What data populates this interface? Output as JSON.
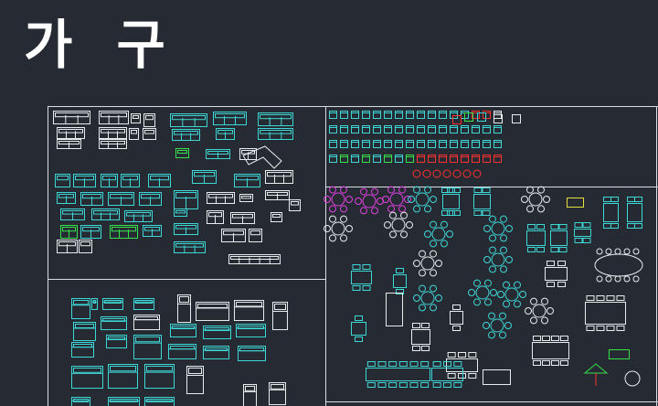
{
  "drawing": {
    "title": "가 구"
  },
  "sections": [
    {
      "name": "sofa-block",
      "color": "#3fd6d6"
    },
    {
      "name": "chair-block",
      "color": "#3fd6d6"
    },
    {
      "name": "dining-table-block",
      "color": "#3fd6d6"
    },
    {
      "name": "bed-block",
      "color": "#3fd6d6"
    }
  ],
  "colors": {
    "background": "#262b33",
    "frame": "#d8dde3",
    "cyan": "#3fd6d6",
    "white": "#e8ecef",
    "green": "#35e04a",
    "red": "#ff3030",
    "magenta": "#e040e0",
    "yellow": "#e8e040"
  }
}
